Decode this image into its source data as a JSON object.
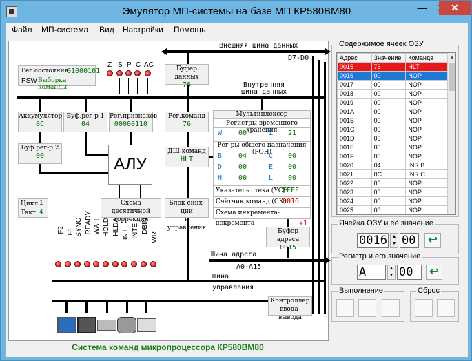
{
  "window": {
    "title": "Эмулятор МП-системы на базе МП КР580ВМ80",
    "minimize_glyph": "—",
    "maximize_glyph": "□",
    "close_glyph": "✕"
  },
  "menu": [
    "Файл",
    "МП-система",
    "Вид",
    "Настройки",
    "Помощь"
  ],
  "buses": {
    "external_data": "Внешняя шина данных",
    "external_data_pins": "D7-D0",
    "internal_line1": "Внутренняя",
    "internal_line2": "шина данных",
    "address": "Шина адреса",
    "address_pins": "A0-A15",
    "control_line1": "Шина",
    "control_line2": "управления"
  },
  "flags": {
    "labels": [
      "Z",
      "S",
      "P",
      "C",
      "AC"
    ]
  },
  "blocks": {
    "status_reg": {
      "label": "Рег.состояния",
      "value": "01000101",
      "psw": "PSW",
      "psw_text": "Выборка команды"
    },
    "data_buffer": {
      "label": "Буфер данных",
      "value": "76"
    },
    "accumulator": {
      "label": "Аккумулятор",
      "value": "0C"
    },
    "buf_reg1": {
      "label": "Буф.рег-р 1",
      "value": "04"
    },
    "flags_reg": {
      "label": "Рег.признаков",
      "value": "00000110"
    },
    "cmd_reg": {
      "label": "Рег.команд",
      "value": "76"
    },
    "buf_reg2": {
      "label": "Буф.рег-р 2",
      "value": "00"
    },
    "alu": {
      "label": "АЛУ"
    },
    "decoder": {
      "label": "ДШ команд",
      "value": "HLT"
    },
    "cycle": {
      "label": "Цикл",
      "value": "1"
    },
    "tact": {
      "label": "Такт",
      "value": "4"
    },
    "decimal": {
      "line1": "Схема десятичной",
      "line2": "коррекции"
    },
    "sync": {
      "line1": "Блок синх-ции",
      "line2": "и управления"
    },
    "addr_buffer": {
      "label": "Буфер адреса",
      "value": "0015"
    },
    "io": {
      "line1": "Контроллер",
      "line2": "ввода-вывода"
    }
  },
  "mux": {
    "title": "Мультиплексор",
    "temp_title": "Регистры временного хранения",
    "W": "00",
    "Z": "21",
    "gp_title": "Рег-ры общего назначения (РОН)",
    "B": "04",
    "C": "00",
    "D": "00",
    "E": "00",
    "H": "00",
    "L": "00",
    "sp_label": "Указатель стека (УС):",
    "sp_value": "FFFF",
    "pc_label": "Счётчик команд (СК):",
    "pc_value": "0016",
    "incdec_label": "Схема инкремента-декремента",
    "incdec_value": "+1"
  },
  "signals": [
    "F2",
    "F1",
    "SYNC",
    "READY",
    "WAIT",
    "HOLD",
    "HLDA",
    "INT",
    "INTE",
    "DBIN",
    "WR"
  ],
  "status_bar": "Система команд микропроцессора КР580ВМ80",
  "ram": {
    "title": "Содержимое ячеек ОЗУ",
    "columns": [
      "Адрес",
      "Значение",
      "Команда"
    ],
    "rows": [
      [
        "0015",
        "76",
        "HLT"
      ],
      [
        "0016",
        "00",
        "NOP"
      ],
      [
        "0017",
        "00",
        "NOP"
      ],
      [
        "0018",
        "00",
        "NOP"
      ],
      [
        "0019",
        "00",
        "NOP"
      ],
      [
        "001A",
        "00",
        "NOP"
      ],
      [
        "001B",
        "00",
        "NOP"
      ],
      [
        "001C",
        "00",
        "NOP"
      ],
      [
        "001D",
        "00",
        "NOP"
      ],
      [
        "001E",
        "00",
        "NOP"
      ],
      [
        "001F",
        "00",
        "NOP"
      ],
      [
        "0020",
        "04",
        "INR B"
      ],
      [
        "0021",
        "0C",
        "INR C"
      ],
      [
        "0022",
        "00",
        "NOP"
      ],
      [
        "0023",
        "00",
        "NOP"
      ],
      [
        "0024",
        "00",
        "NOP"
      ],
      [
        "0025",
        "00",
        "NOP"
      ]
    ]
  },
  "ram_cell": {
    "title": "Ячейка ОЗУ и её значение",
    "address": "0016",
    "value": "00"
  },
  "register": {
    "title": "Регистр и его значение",
    "name": "A",
    "value": "00"
  },
  "execution": {
    "title": "Выполнение"
  },
  "reset": {
    "title": "Сброс"
  },
  "icons": {
    "spin_up": "▲",
    "spin_down": "▼",
    "go": "↩"
  }
}
